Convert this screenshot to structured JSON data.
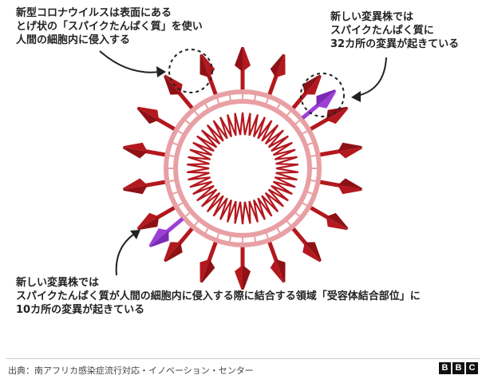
{
  "callouts": {
    "top_left": [
      "新型コロナウイルスは表面にある",
      "とげ状の「スパイクたんぱく質」を使い",
      "人間の細胞内に侵入する"
    ],
    "top_right": [
      "新しい変異株では",
      "スパイクたんぱく質に",
      "32カ所の変異が起きている"
    ],
    "bottom": [
      "新しい変異株では",
      "スパイクたんぱく質が人間の細胞内に侵入する際に結合する領域「受容体結合部位」に",
      "10カ所の変異が起きている"
    ]
  },
  "footer": {
    "source": "出典：南アフリカ感染症流行対応・イノベーション・センター",
    "logo_letters": [
      "B",
      "B",
      "C"
    ]
  },
  "colors": {
    "spike": "#b3181e",
    "spike_dark": "#8e1116",
    "membrane": "#e8a0a4",
    "rna": "#b3181e",
    "mutation": "#9b3fd6",
    "annotation": "#222222"
  }
}
